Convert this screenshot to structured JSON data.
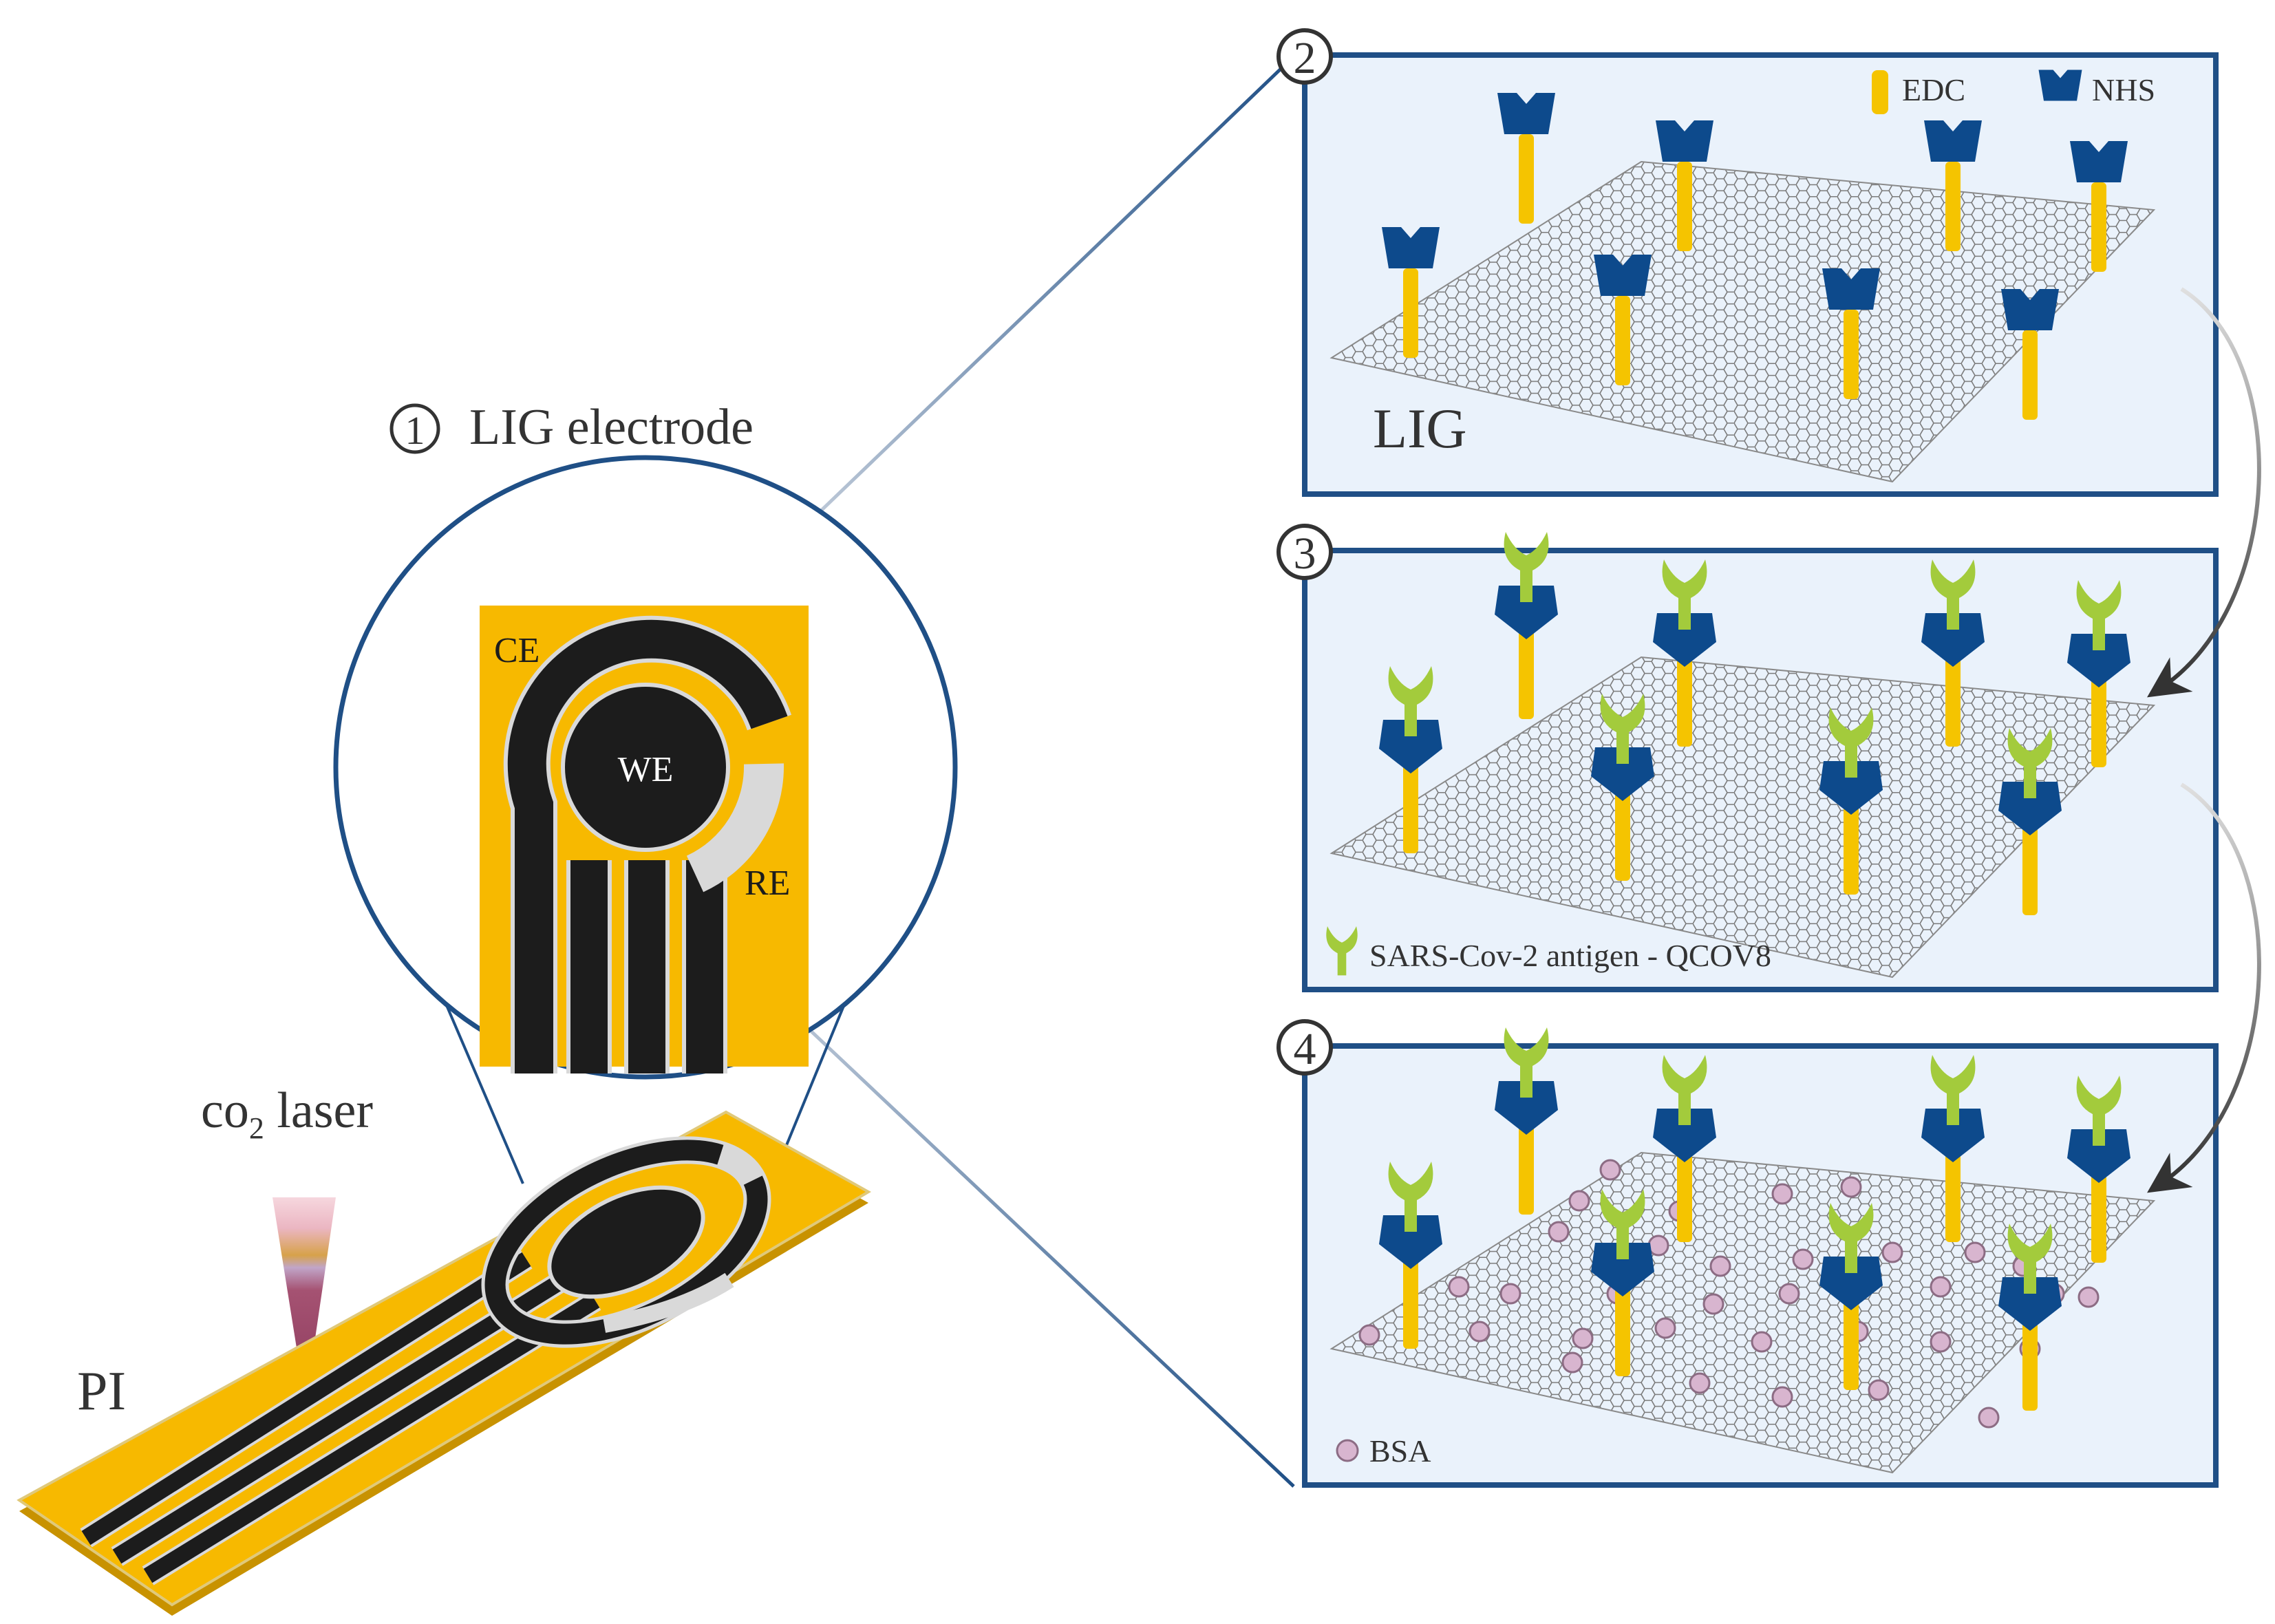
{
  "colors": {
    "pi_yellow": "#F7B900",
    "trace_black": "#1C1C1C",
    "ref_grey": "#D9D9D9",
    "frame_blue": "#1F4F86",
    "panel_bg": "#EAF2FB",
    "edc_yellow": "#F5C400",
    "nhs_blue": "#0D4A8C",
    "antigen_green": "#A3CB3C",
    "bsa_pink": "#D8B5CF",
    "lattice_grey": "#7A7A7A",
    "laser_red": "#9B4466"
  },
  "left": {
    "title_number": "1",
    "title": "LIG electrode",
    "labels": {
      "ce": "CE",
      "we": "WE",
      "re": "RE"
    },
    "laser_prefix": "co",
    "laser_subscript": "2",
    "laser_suffix": " laser",
    "substrate": "PI"
  },
  "panels": [
    {
      "number": "2",
      "legend": [
        {
          "icon": "edc-linker-icon",
          "label": "EDC"
        },
        {
          "icon": "nhs-pentagon-icon",
          "label": "NHS"
        }
      ],
      "surface_label": "LIG",
      "has_antigen": false,
      "has_bsa": false
    },
    {
      "number": "3",
      "legend": [
        {
          "icon": "antigen-y-icon",
          "label": "SARS-Cov-2 antigen - QCOV8"
        }
      ],
      "surface_label": "",
      "has_antigen": true,
      "has_bsa": false
    },
    {
      "number": "4",
      "legend": [
        {
          "icon": "bsa-sphere-icon",
          "label": "BSA"
        }
      ],
      "surface_label": "",
      "has_antigen": true,
      "has_bsa": true
    }
  ]
}
